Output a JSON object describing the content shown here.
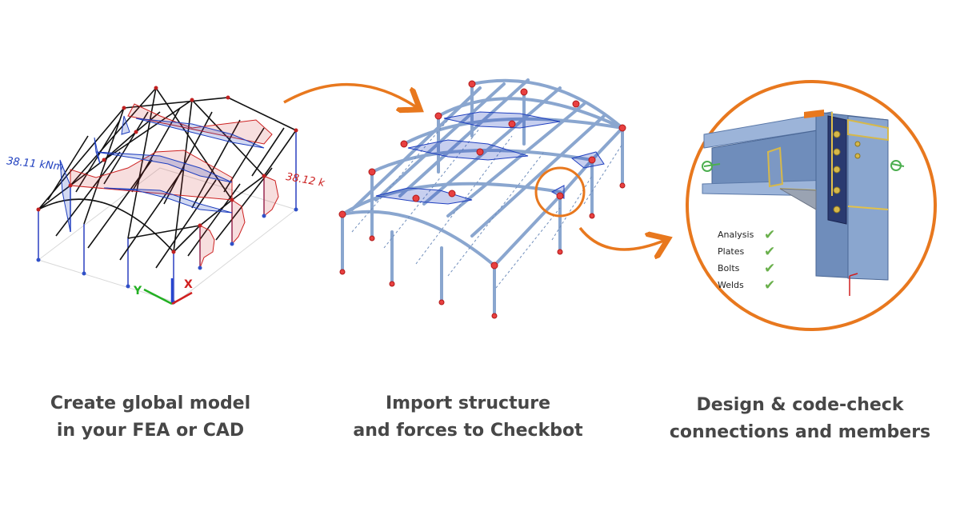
{
  "labels": {
    "left_moment": "38.11 kNm",
    "right_moment": "38.12 k"
  },
  "checklist": [
    {
      "label": "Analysis",
      "icon": "check-icon"
    },
    {
      "label": "Plates",
      "icon": "check-icon"
    },
    {
      "label": "Bolts",
      "icon": "check-icon"
    },
    {
      "label": "Welds",
      "icon": "check-icon"
    }
  ],
  "captions": [
    {
      "line1": "Create global model",
      "line2": "in your FEA or CAD"
    },
    {
      "line1": "Import structure",
      "line2": "and forces to Checkbot"
    },
    {
      "line1": "Design & code-check",
      "line2": "connections and members"
    }
  ],
  "colors": {
    "accent": "#e8781e",
    "moment_blue": "#1f3fbf",
    "moment_red": "#cc2020",
    "steel_blue": "#8aa6cf",
    "caption": "#474747",
    "check": "#6ab04c"
  }
}
